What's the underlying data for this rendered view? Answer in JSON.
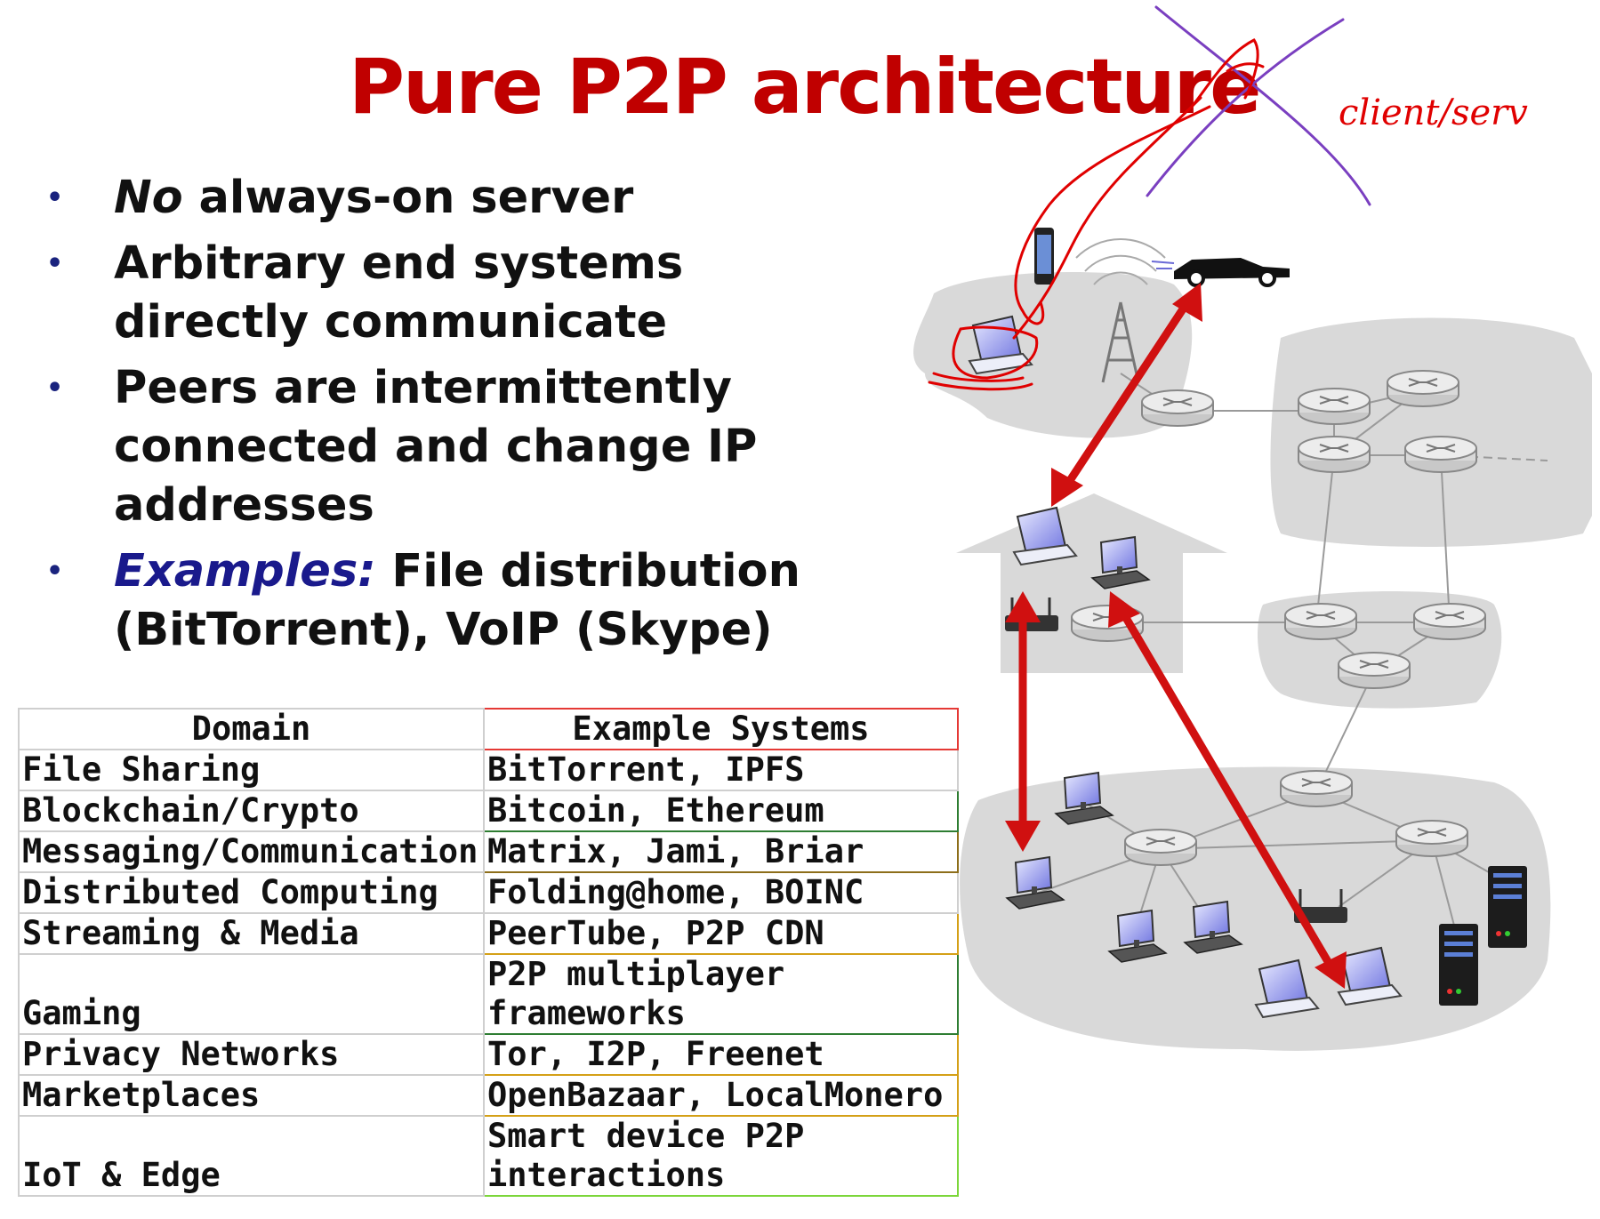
{
  "title": "Pure P2P architecture",
  "bullets": [
    {
      "em": "No",
      "rest": " always-on server"
    },
    {
      "text": "Arbitrary end systems directly communicate"
    },
    {
      "text": "Peers are intermittently connected and change IP addresses"
    },
    {
      "ex": "Examples:",
      "rest": " File distribution (BitTorrent), VoIP (Skype)"
    }
  ],
  "table": {
    "headers": [
      "Domain",
      "Example Systems"
    ],
    "rows": [
      [
        "File Sharing",
        "BitTorrent, IPFS"
      ],
      [
        "Blockchain/Crypto",
        "Bitcoin, Ethereum"
      ],
      [
        "Messaging/Communication",
        "Matrix, Jami, Briar"
      ],
      [
        "Distributed Computing",
        "Folding@home, BOINC"
      ],
      [
        "Streaming & Media",
        "PeerTube, P2P CDN"
      ],
      [
        "Gaming",
        "P2P multiplayer frameworks"
      ],
      [
        "Privacy Networks",
        "Tor, I2P, Freenet"
      ],
      [
        "Marketplaces",
        "OpenBazaar, LocalMonero"
      ],
      [
        "IoT & Edge",
        "Smart device P2P interactions"
      ]
    ],
    "row_border_colors": [
      "#cfcfcf",
      "#2e7d32",
      "#8d6e1a",
      "#cfcfcf",
      "#d4a017",
      "#2e7d32",
      "#d4a017",
      "#d4a017",
      "#7cd63a"
    ],
    "header_border_color": "#e53935"
  },
  "annotation": {
    "handwriting": "client/serv",
    "colors": {
      "ink_red": "#e00000",
      "ink_purple": "#7a3fc0",
      "arrow_red": "#d01010",
      "cloud_gray": "#d9d9d9"
    }
  }
}
